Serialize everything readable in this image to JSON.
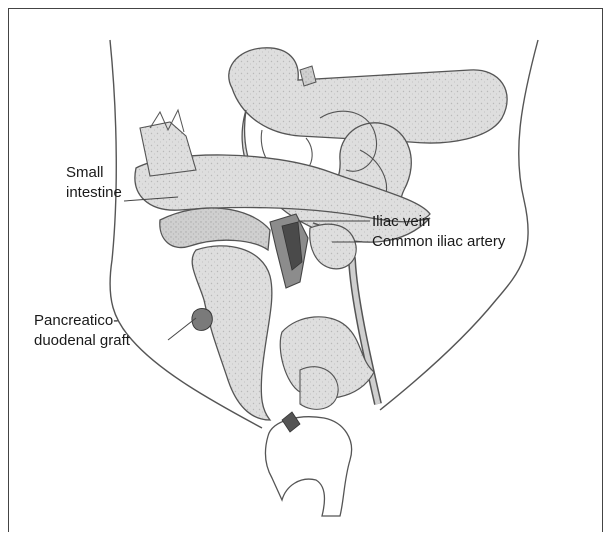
{
  "figure": {
    "labels": {
      "small_intestine_line1": "Small",
      "small_intestine_line2": "intestine",
      "iliac_vein": "Iliac vein",
      "common_iliac_artery": "Common iliac artery",
      "pancreatico_line1": "Pancreatico-",
      "pancreatico_line2": "duodenal graft"
    },
    "colors": {
      "outline": "#555555",
      "organ_fill": "#dcdcdc",
      "organ_shade": "#bdbdbd",
      "vessel_dark": "#4a4a4a",
      "text": "#1a1a1a"
    }
  }
}
